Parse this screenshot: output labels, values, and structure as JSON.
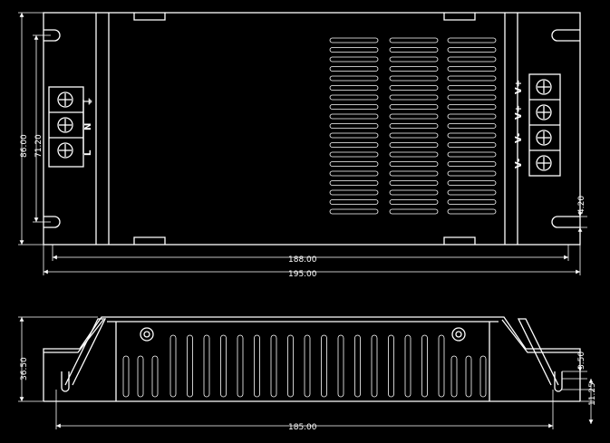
{
  "drawing": {
    "top_view": {
      "dims": {
        "width_inner": "188.00",
        "width_outer": "195.00",
        "height_outer": "86.00",
        "height_inner": "71.20",
        "slot_gap": "4.20"
      },
      "input_labels": [
        "L",
        "N",
        "⏚"
      ],
      "output_labels": [
        "V+",
        "V+",
        "V-",
        "V-"
      ]
    },
    "side_view": {
      "dims": {
        "height": "36.50",
        "hole_offset": "3.50",
        "foot_height": "11.25",
        "width": "185.00"
      }
    }
  },
  "colors": {
    "background": "#000000",
    "line": "#ffffff"
  }
}
